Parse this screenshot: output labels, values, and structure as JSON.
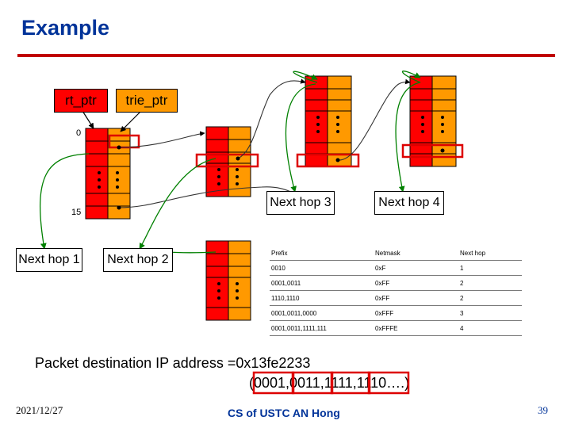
{
  "slide": {
    "title": "Example",
    "date": "2021/12/27",
    "footer": "CS of USTC AN Hong",
    "page_number": "39"
  },
  "pointers": {
    "rt_ptr": "rt_ptr",
    "trie_ptr": "trie_ptr"
  },
  "level1": {
    "index_top": "0",
    "index_bottom": "15"
  },
  "next_hops": {
    "hop1": "Next hop 1",
    "hop2": "Next hop 2",
    "hop3": "Next hop 3",
    "hop4": "Next hop 4"
  },
  "routing_table": {
    "headers": [
      "Prefix",
      "Netmask",
      "Next hop"
    ],
    "rows": [
      [
        "0010",
        "0xF",
        "1"
      ],
      [
        "0001,0011",
        "0xFF",
        "2"
      ],
      [
        "1110,1110",
        "0xFF",
        "2"
      ],
      [
        "0001,0011,0000",
        "0xFFF",
        "3"
      ],
      [
        "0001,0011,1111,111",
        "0xFFFE",
        "4"
      ]
    ]
  },
  "packet": {
    "label": "Packet destination IP address =0x13fe2233",
    "bits": "(0001,0011,1111,1110….)"
  },
  "colors": {
    "title": "#003399",
    "rule": "#c00000",
    "cell_red": "#ff0000",
    "cell_orange": "#ff9900",
    "pointer_red": "#ff0000",
    "pointer_orange": "#ff9900",
    "arrow_green": "#008000",
    "highlight": "#dd0000"
  }
}
